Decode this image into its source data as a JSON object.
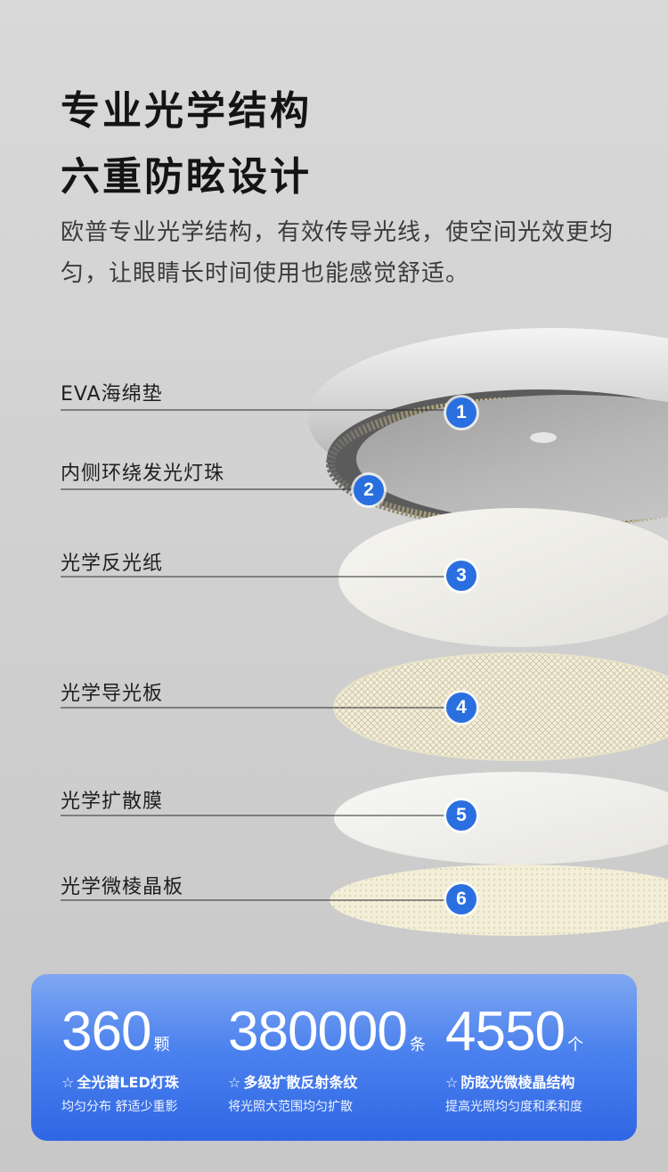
{
  "header": {
    "title_line1": "专业光学结构",
    "title_line2": "六重防眩设计",
    "description": "欧普专业光学结构，有效传导光线，使空间光效更均匀，让眼睛长时间使用也能感觉舒适。"
  },
  "layers": [
    {
      "number": "1",
      "label": "EVA海绵垫"
    },
    {
      "number": "2",
      "label": "内侧环绕发光灯珠"
    },
    {
      "number": "3",
      "label": "光学反光纸"
    },
    {
      "number": "4",
      "label": "光学导光板"
    },
    {
      "number": "5",
      "label": "光学扩散膜"
    },
    {
      "number": "6",
      "label": "光学微棱晶板"
    }
  ],
  "stats": [
    {
      "value": "360",
      "unit": "颗",
      "star": "☆",
      "feature": "全光谱LED灯珠",
      "desc": "均匀分布 舒适少重影"
    },
    {
      "value": "380000",
      "unit": "条",
      "star": "☆",
      "feature": "多级扩散反射条纹",
      "desc": "将光照大范围均匀扩散"
    },
    {
      "value": "4550",
      "unit": "个",
      "star": "☆",
      "feature": "防眩光微棱晶结构",
      "desc": "提高光照均匀度和柔和度"
    }
  ],
  "colors": {
    "accent_blue": "#2a6fe0",
    "panel_top": "#7fa7f2",
    "panel_bottom": "#2f66e4",
    "background": "#d4d4d4"
  }
}
